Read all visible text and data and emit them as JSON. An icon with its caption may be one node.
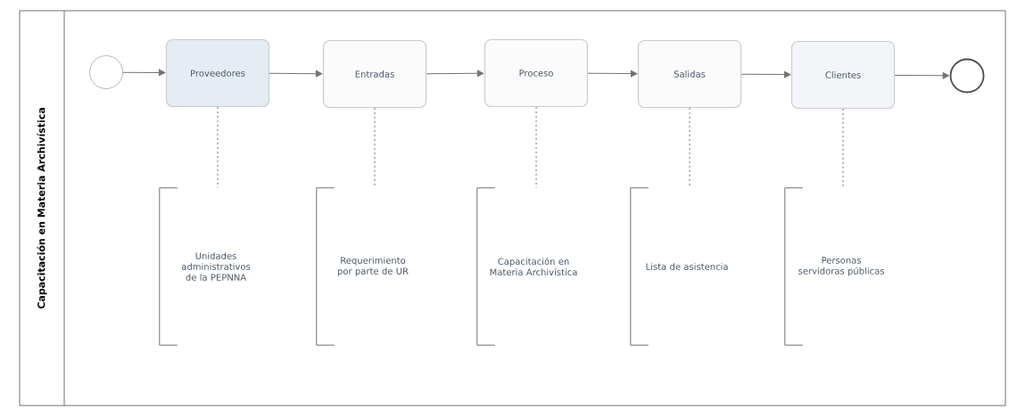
{
  "diagram": {
    "nodes": [
      {
        "text": [
          "Capacitación en Materia Archivística"
        ]
      },
      {
        "text": [],
        "shape": "circle",
        "in": 0
      },
      {
        "text": [
          "Proveedores"
        ],
        "in": 0
      },
      {
        "text": [
          "Entradas"
        ],
        "in": 0
      },
      {
        "text": [
          "Proceso"
        ],
        "in": 0
      },
      {
        "text": [
          "Salidas"
        ],
        "in": 0
      },
      {
        "text": [
          "Clientes"
        ],
        "in": 0
      },
      {
        "text": [],
        "shape": "circle",
        "in": 0
      },
      {
        "text": [
          "Unidades administrativos de la PEPNNA"
        ],
        "in": 0
      },
      {
        "text": [
          "Requerimiento por parte de UR"
        ],
        "in": 0
      },
      {
        "text": [
          "Capacitación en Materia Archivística"
        ],
        "in": 0
      },
      {
        "text": [
          "Lista de asistencia"
        ],
        "in": 0
      },
      {
        "text": [
          "Personas servidoras públicas"
        ],
        "in": 0
      }
    ],
    "edges": [
      {
        "from": 1,
        "to": 2,
        "arrow": "to"
      },
      {
        "from": 2,
        "to": 3,
        "arrow": "to"
      },
      {
        "from": 3,
        "to": 4,
        "arrow": "to"
      },
      {
        "from": 4,
        "to": 5,
        "arrow": "to"
      },
      {
        "from": 5,
        "to": 6,
        "arrow": "to"
      },
      {
        "from": 6,
        "to": 7,
        "arrow": "to"
      },
      {
        "from": 2,
        "to": 8,
        "arrow": "none",
        "style": "dashed"
      },
      {
        "from": 3,
        "to": 9,
        "arrow": "none",
        "style": "dashed"
      },
      {
        "from": 4,
        "to": 10,
        "arrow": "none",
        "style": "dashed"
      },
      {
        "from": 5,
        "to": 11,
        "arrow": "none",
        "style": "dashed"
      },
      {
        "from": 6,
        "to": 12,
        "arrow": "none",
        "style": "dashed"
      }
    ]
  }
}
